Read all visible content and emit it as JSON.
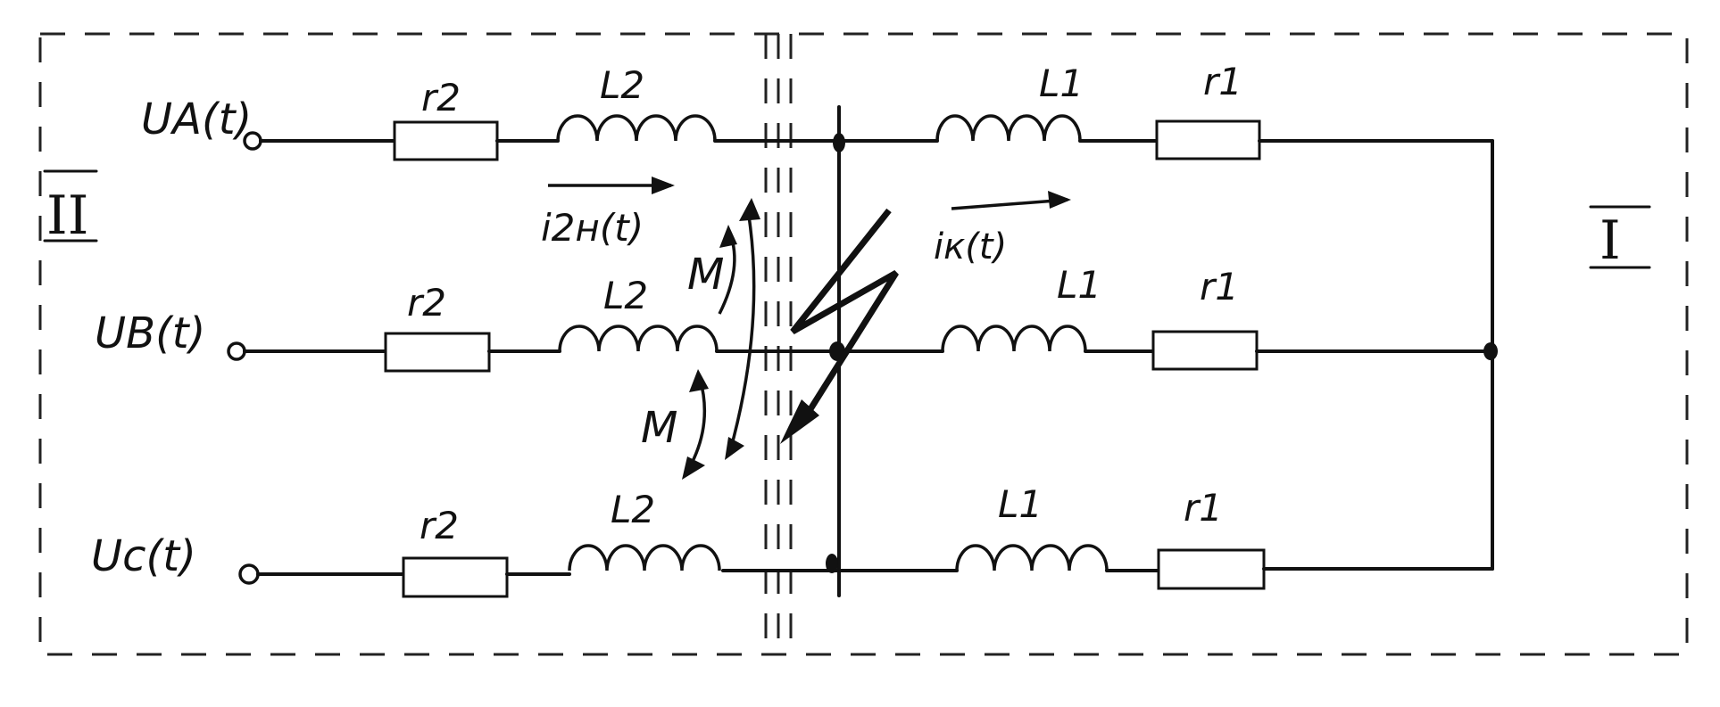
{
  "title": "",
  "zones": {
    "left": "II",
    "right": "I"
  },
  "sources": {
    "phase_a": "UA(t)",
    "phase_b": "UB(t)",
    "phase_c": "Uc(t)"
  },
  "components": {
    "r2_a": "r2",
    "l2_a": "L2",
    "l1_a": "L1",
    "r1_a": "r1",
    "r2_b": "r2",
    "l2_b": "L2",
    "l1_b": "L1",
    "r1_b": "r1",
    "r2_c": "r2",
    "l2_c": "L2",
    "l1_c": "L1",
    "r1_c": "r1"
  },
  "mutual": {
    "ab": "M",
    "bc": "M"
  },
  "currents": {
    "i2n": "i2н(t)",
    "ik": "iк(t)"
  },
  "colors": {
    "ink": "#111111",
    "paper": "#ffffff"
  }
}
